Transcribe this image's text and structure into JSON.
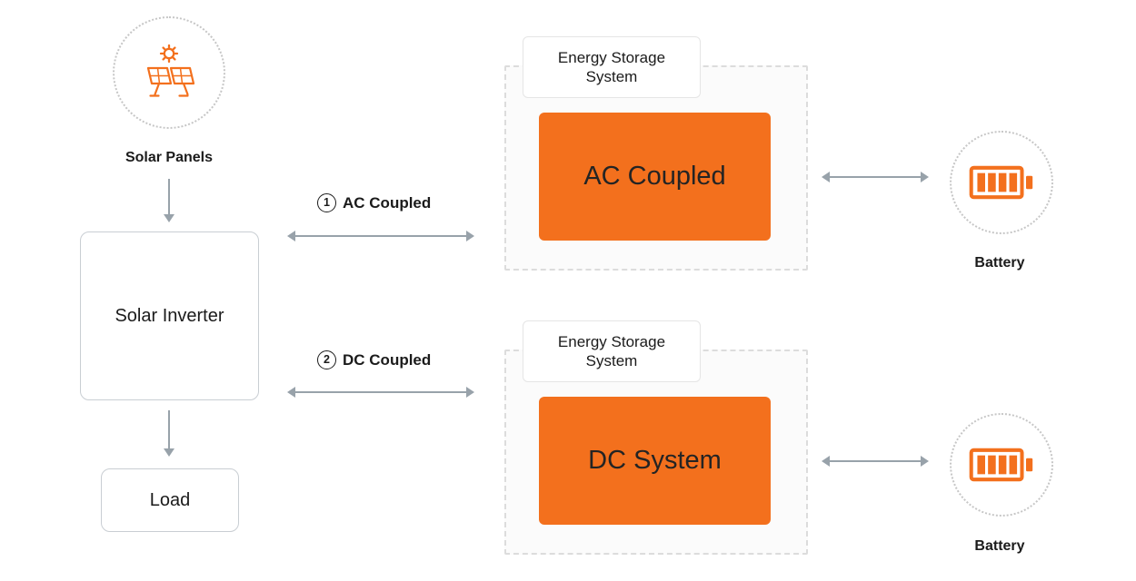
{
  "colors": {
    "orange": "#F3701D",
    "arrow": "#98A2AA",
    "text": "#1B1B1B"
  },
  "solar": {
    "panels_label": "Solar Panels",
    "inverter_label": "Solar Inverter",
    "load_label": "Load"
  },
  "connections": [
    {
      "number": "1",
      "label": "AC Coupled"
    },
    {
      "number": "2",
      "label": "DC Coupled"
    }
  ],
  "storage_systems": [
    {
      "title_line1": "Energy Storage",
      "title_line2": "System",
      "box_label": "AC Coupled",
      "battery_label": "Battery"
    },
    {
      "title_line1": "Energy Storage",
      "title_line2": "System",
      "box_label": "DC System",
      "battery_label": "Battery"
    }
  ],
  "icons": {
    "solar_panels": "solar-panels-icon",
    "battery": "battery-icon"
  }
}
